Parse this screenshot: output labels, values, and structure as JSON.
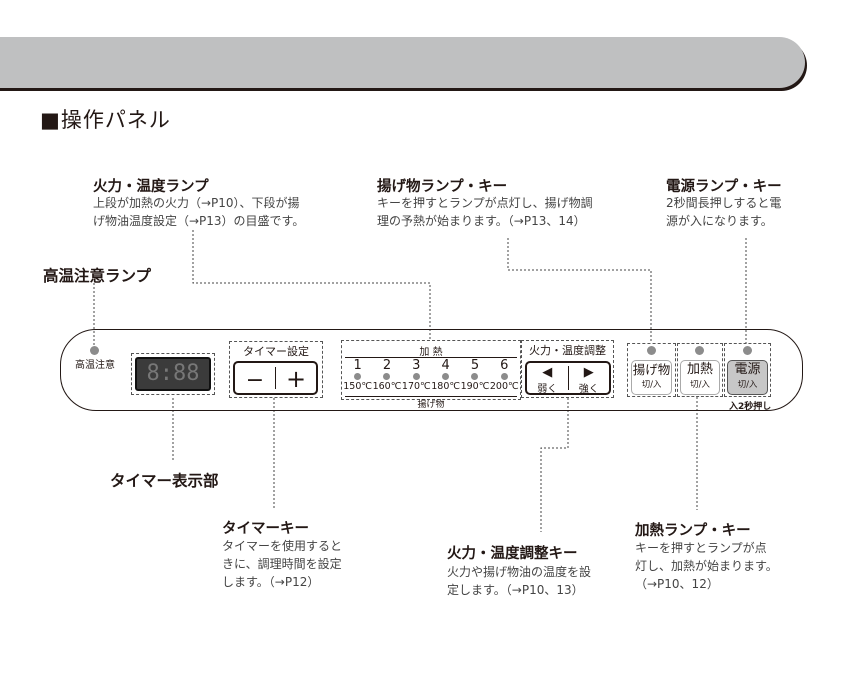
{
  "section_title": "■操作パネル",
  "callouts": {
    "heat_temp_lamp": {
      "title": "火力・温度ランプ",
      "lines": [
        "上段が加熱の火力（→P10）、下段が揚",
        "げ物油温度設定（→P13）の目盛です。"
      ]
    },
    "fry_lamp_key": {
      "title": "揚げ物ランプ・キー",
      "lines": [
        "キーを押すとランプが点灯し、揚げ物調",
        "理の予熱が始まります。（→P13、14）"
      ]
    },
    "power_lamp_key": {
      "title": "電源ランプ・キー",
      "lines": [
        "2秒間長押しすると電",
        "源が入になります。"
      ]
    },
    "high_temp_lamp": {
      "title": "高温注意ランプ"
    },
    "timer_display": {
      "title": "タイマー表示部"
    },
    "timer_key": {
      "title": "タイマーキー",
      "lines": [
        "タイマーを使用すると",
        "きに、調理時間を設定",
        "します。（→P12）"
      ]
    },
    "heat_temp_key": {
      "title": "火力・温度調整キー",
      "lines": [
        "火力や揚げ物油の温度を設",
        "定します。（→P10、13）"
      ]
    },
    "heat_lamp_key": {
      "title": "加熱ランプ・キー",
      "lines": [
        "キーを押すとランプが点",
        "灯し、加熱が始まります。",
        "（→P10、12）"
      ]
    }
  },
  "panel": {
    "high_temp_label": "高温注意",
    "display_value": "8:88",
    "timer_label": "タイマー設定",
    "minus": "−",
    "plus": "+",
    "heat_label": "加 熱",
    "fry_label": "揚げ物",
    "levels": [
      "1",
      "2",
      "3",
      "4",
      "5",
      "6"
    ],
    "temps": [
      "150℃",
      "160℃",
      "170℃",
      "180℃",
      "190℃",
      "200℃"
    ],
    "adjust_label": "火力・温度調整",
    "weaker": "弱く",
    "stronger": "強く",
    "fry_key": "揚げ物",
    "heat_key": "加熱",
    "power_key": "電源",
    "onoff": "切/入",
    "power_note": "入2秒押し"
  }
}
